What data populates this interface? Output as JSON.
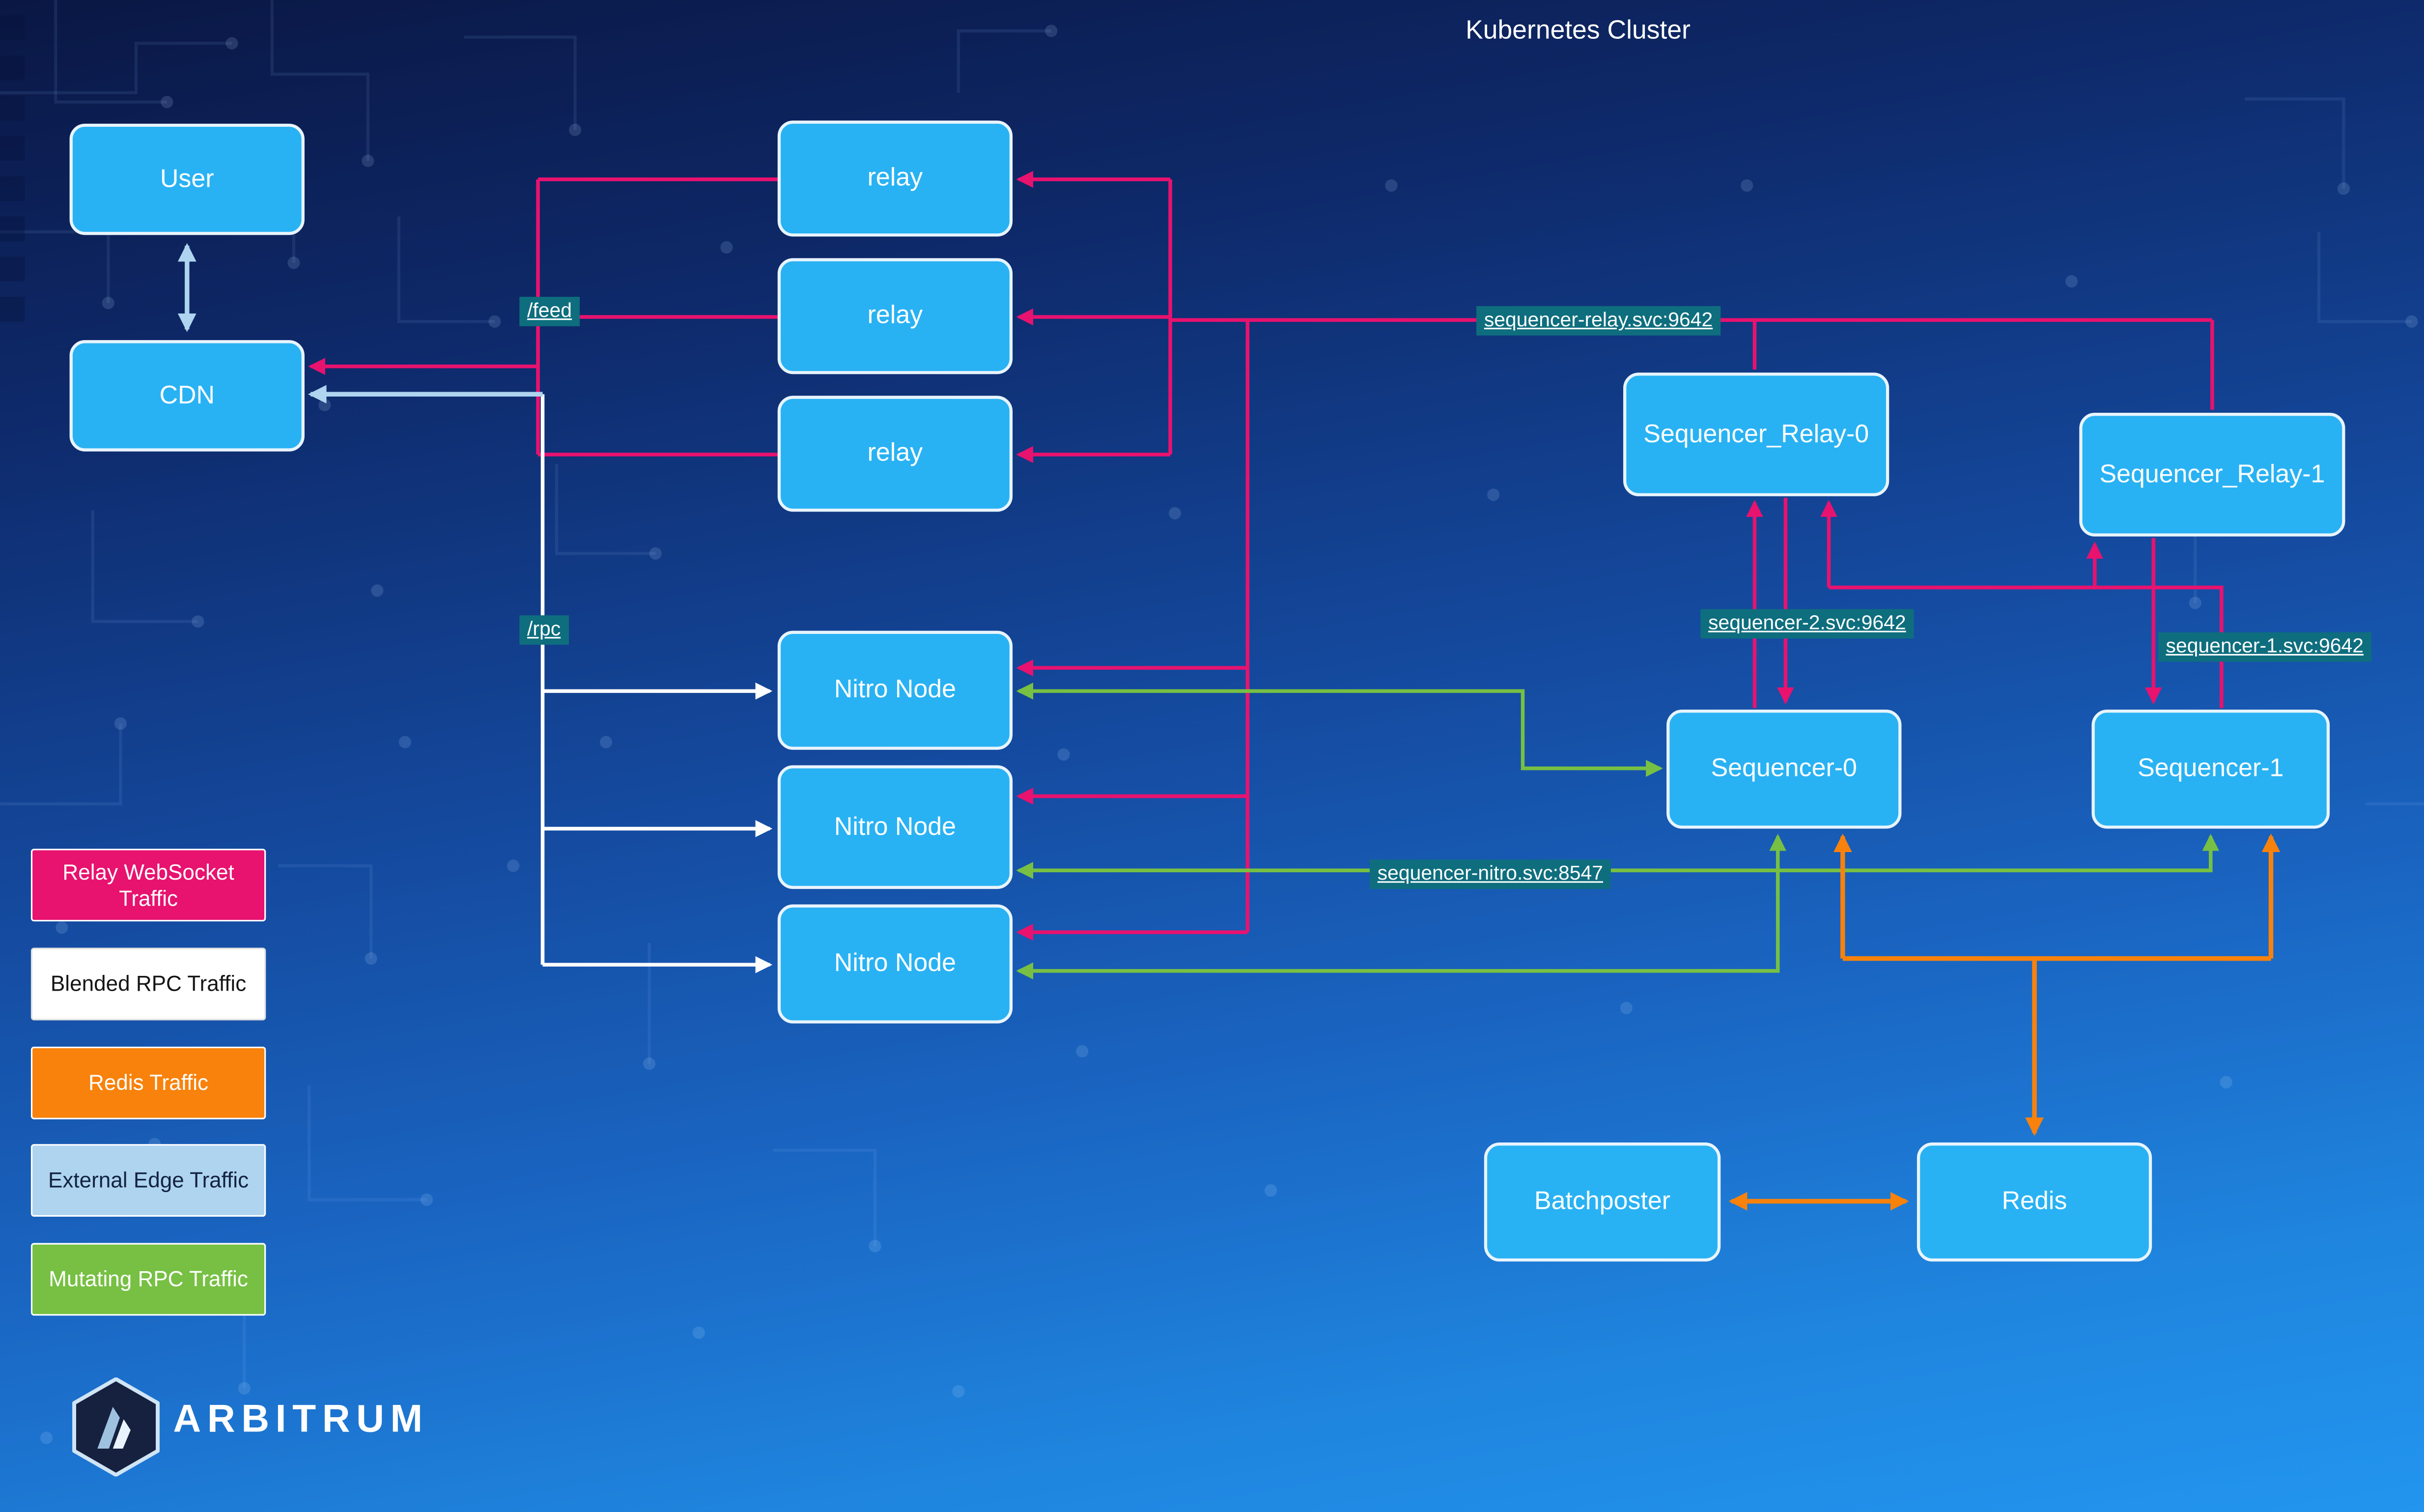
{
  "title": "Kubernetes Cluster",
  "colors": {
    "relay_websocket": "#e8126f",
    "blended_rpc": "#ffffff",
    "redis_traffic": "#f8820c",
    "external_edge": "#aed4f0",
    "mutating_rpc": "#77c043",
    "node_fill": "#29b2f3",
    "node_border": "#e8f4fd",
    "label_bg": "#0e6e7e"
  },
  "nodes": {
    "user": {
      "label": "User"
    },
    "cdn": {
      "label": "CDN"
    },
    "relay_1": {
      "label": "relay"
    },
    "relay_2": {
      "label": "relay"
    },
    "relay_3": {
      "label": "relay"
    },
    "nitro_1": {
      "label": "Nitro Node"
    },
    "nitro_2": {
      "label": "Nitro Node"
    },
    "nitro_3": {
      "label": "Nitro Node"
    },
    "sequencer_relay_0": {
      "label": "Sequencer_Relay-0"
    },
    "sequencer_relay_1": {
      "label": "Sequencer_Relay-1"
    },
    "sequencer_0": {
      "label": "Sequencer-0"
    },
    "sequencer_1": {
      "label": "Sequencer-1"
    },
    "batchposter": {
      "label": "Batchposter"
    },
    "redis": {
      "label": "Redis"
    }
  },
  "edge_labels": {
    "feed": "/feed",
    "rpc": "/rpc",
    "sequencer_relay_svc": "sequencer-relay.svc:9642",
    "sequencer_2_svc": "sequencer-2.svc:9642",
    "sequencer_1_svc": "sequencer-1.svc:9642",
    "sequencer_nitro_svc": "sequencer-nitro.svc:8547"
  },
  "legend": {
    "items": [
      {
        "label": "Relay WebSocket Traffic",
        "color": "#e8126f"
      },
      {
        "label": "Blended RPC Traffic",
        "color": "#ffffff"
      },
      {
        "label": "Redis Traffic",
        "color": "#f8820c"
      },
      {
        "label": "External Edge Traffic",
        "color": "#aed4f0"
      },
      {
        "label": "Mutating RPC Traffic",
        "color": "#77c043"
      }
    ]
  },
  "branding": {
    "logo_text": "ARBITRUM"
  }
}
